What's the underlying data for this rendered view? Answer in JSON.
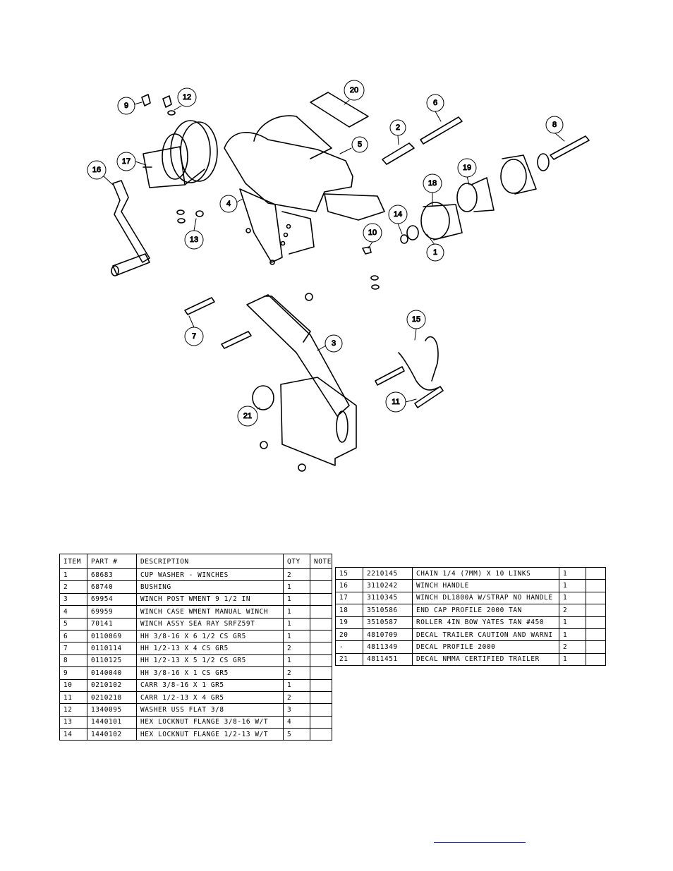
{
  "diagram": {
    "callouts": [
      "9",
      "12",
      "20",
      "6",
      "2",
      "8",
      "17",
      "16",
      "5",
      "4",
      "19",
      "18",
      "13",
      "14",
      "10",
      "1",
      "7",
      "3",
      "15",
      "11",
      "21"
    ]
  },
  "table": {
    "headers": [
      "ITEM",
      "PART #",
      "DESCRIPTION",
      "QTY",
      "NOTE"
    ],
    "left_rows": [
      [
        "1",
        "68683",
        "CUP WASHER - WINCHES",
        "2",
        ""
      ],
      [
        "2",
        "68740",
        "BUSHING",
        "1",
        ""
      ],
      [
        "3",
        "69954",
        "WINCH POST WMENT 9 1/2 IN",
        "1",
        ""
      ],
      [
        "4",
        "69959",
        "WINCH CASE WMENT MANUAL WINCH",
        "1",
        ""
      ],
      [
        "5",
        "70141",
        "WINCH ASSY SEA RAY SRFZ59T",
        "1",
        ""
      ],
      [
        "6",
        "0110069",
        "HH 3/8-16 X 6 1/2 CS GR5",
        "1",
        ""
      ],
      [
        "7",
        "0110114",
        "HH 1/2-13 X 4 CS GR5",
        "2",
        ""
      ],
      [
        "8",
        "0110125",
        "HH 1/2-13 X 5 1/2 CS GR5",
        "1",
        ""
      ],
      [
        "9",
        "0140040",
        "HH 3/8-16 X 1 CS GR5",
        "2",
        ""
      ],
      [
        "10",
        "0210102",
        "CARR 3/8-16 X 1 GR5",
        "1",
        ""
      ],
      [
        "11",
        "0210218",
        "CARR 1/2-13 X 4 GR5",
        "2",
        ""
      ],
      [
        "12",
        "1340095",
        "WASHER USS FLAT 3/8",
        "3",
        ""
      ],
      [
        "13",
        "1440101",
        "HEX LOCKNUT FLANGE 3/8-16 W/T",
        "4",
        ""
      ],
      [
        "14",
        "1440102",
        "HEX LOCKNUT FLANGE 1/2-13 W/T",
        "5",
        ""
      ]
    ],
    "right_rows": [
      [
        "15",
        "2210145",
        "CHAIN 1/4 (7MM) X 10 LINKS",
        "1",
        ""
      ],
      [
        "16",
        "3110242",
        "WINCH HANDLE",
        "1",
        ""
      ],
      [
        "17",
        "3110345",
        "WINCH DL1800A W/STRAP  NO HANDLE",
        "1",
        ""
      ],
      [
        "18",
        "3510586",
        "END CAP PROFILE 2000 TAN",
        "2",
        ""
      ],
      [
        "19",
        "3510587",
        "ROLLER 4IN BOW YATES TAN #450",
        "1",
        ""
      ],
      [
        "20",
        "4810709",
        "DECAL TRAILER CAUTION AND WARNI",
        "1",
        ""
      ],
      [
        "-",
        "4811349",
        "DECAL PROFILE 2000",
        "2",
        ""
      ],
      [
        "21",
        "4811451",
        "DECAL NMMA CERTIFIED TRAILER",
        "1",
        ""
      ]
    ]
  }
}
